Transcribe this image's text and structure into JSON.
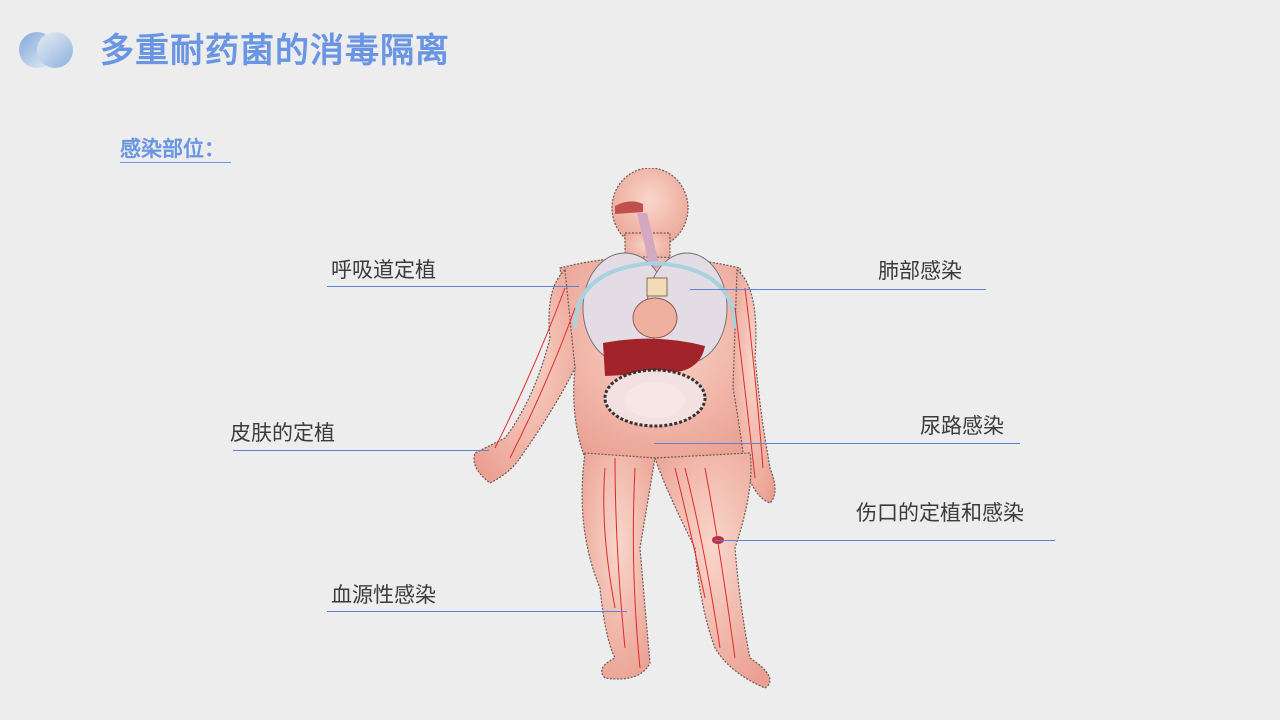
{
  "header": {
    "logo_icon": "overlapping-circles-logo",
    "title": "多重耐药菌的消毒隔离"
  },
  "section": {
    "heading": "感染部位："
  },
  "figure": {
    "description": "human-body-anatomy-illustration"
  },
  "labels": [
    {
      "id": "respiratory",
      "text": "呼吸道定植"
    },
    {
      "id": "lung",
      "text": "肺部感染"
    },
    {
      "id": "skin",
      "text": "皮肤的定植"
    },
    {
      "id": "urinary",
      "text": "尿路感染"
    },
    {
      "id": "wound",
      "text": "伤口的定植和感染"
    },
    {
      "id": "bloodstream",
      "text": "血源性感染"
    }
  ],
  "colors": {
    "accent": "#6a95e3",
    "leader_line": "#5b85d4",
    "label_text": "#3b3b3b",
    "background": "#ededed"
  }
}
